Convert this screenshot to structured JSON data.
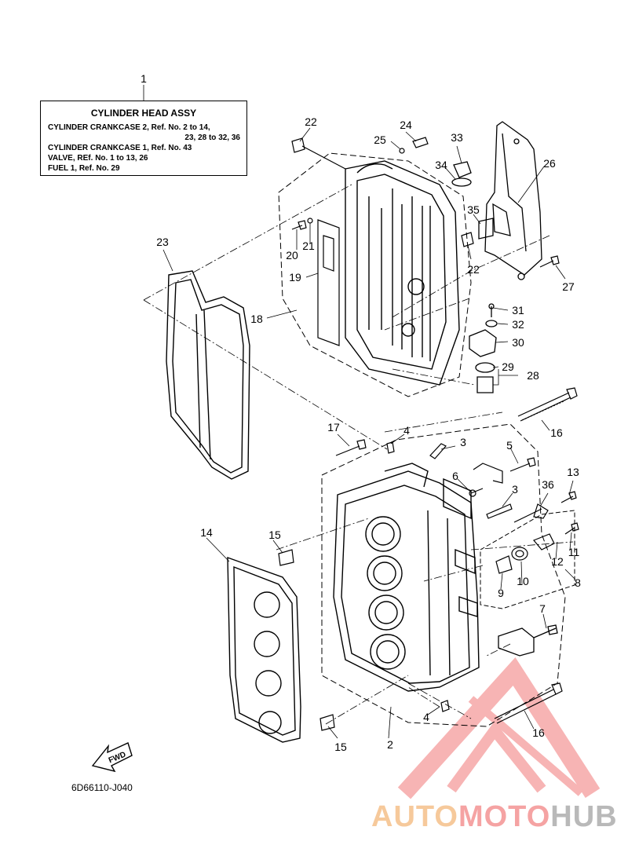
{
  "note": {
    "ref": "1",
    "title": "CYLINDER HEAD ASSY",
    "lines": [
      "CYLINDER CRANKCASE 2,  Ref. No. 2 to 14,",
      "23, 28 to 32, 36",
      "CYLINDER CRANKCASE 1,  Ref. No. 43",
      "VALVE,  REf. No. 1 to 13, 26",
      "FUEL 1,  Ref. No. 29"
    ]
  },
  "part_code": "6D66110-J040",
  "fwd_label": "FWD",
  "watermark": {
    "part1": "AUTO",
    "part2": "MOTO",
    "part3": "HUB",
    "colors": [
      "#f6c99b",
      "#f5a3a3",
      "#b9b9b9"
    ]
  },
  "callouts": [
    "22",
    "24",
    "25",
    "33",
    "34",
    "26",
    "35",
    "20",
    "21",
    "22",
    "19",
    "27",
    "18",
    "23",
    "31",
    "32",
    "30",
    "29",
    "28",
    "16",
    "17",
    "4",
    "3",
    "5",
    "6",
    "3",
    "36",
    "13",
    "14",
    "15",
    "11",
    "12",
    "9",
    "10",
    "8",
    "7",
    "4",
    "16",
    "15",
    "2"
  ]
}
